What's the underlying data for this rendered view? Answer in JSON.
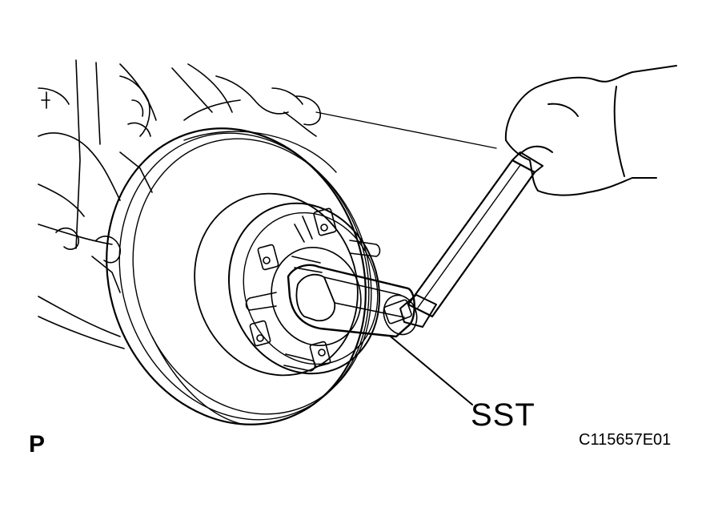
{
  "illustration": {
    "label": "SST",
    "section_mark": "P",
    "figure_id": "C115657E01"
  },
  "parts": [
    "brake-disc",
    "axle-hub",
    "hub-bolt",
    "special-service-tool-socket",
    "torque-wrench",
    "hand",
    "suspension-arm"
  ]
}
